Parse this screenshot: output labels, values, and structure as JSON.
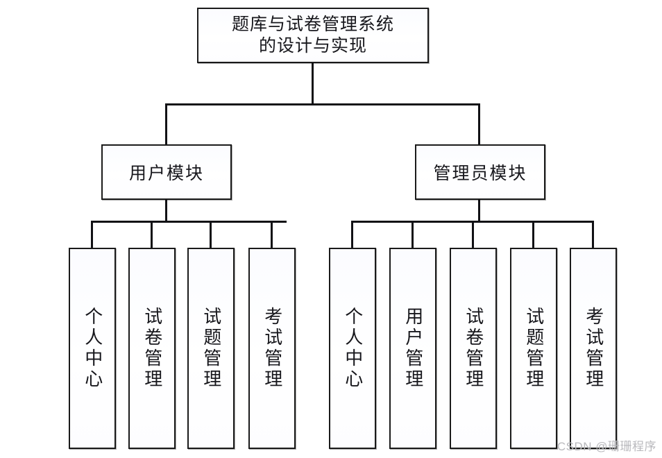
{
  "diagram": {
    "type": "tree",
    "title": "题库与试卷管理系统的设计与实现",
    "root": {
      "line1": "题库与试卷管理系统",
      "line2": "的设计与实现"
    },
    "modules": [
      {
        "id": "user",
        "label": "用户模块"
      },
      {
        "id": "admin",
        "label": "管理员模块"
      }
    ],
    "user_leaves": [
      {
        "label": "个人中心"
      },
      {
        "label": "试卷管理"
      },
      {
        "label": "试题管理"
      },
      {
        "label": "考试管理"
      }
    ],
    "admin_leaves": [
      {
        "label": "个人中心"
      },
      {
        "label": "用户管理"
      },
      {
        "label": "试卷管理"
      },
      {
        "label": "试题管理"
      },
      {
        "label": "考试管理"
      }
    ]
  },
  "watermark": {
    "text": "CSDN @珊珊程序"
  },
  "colors": {
    "line": "#111115",
    "border": "#1a1a1a",
    "box_fill": "#fbfcff",
    "text": "#17171c",
    "watermark": "#b9b9bd",
    "background": "#ffffff"
  }
}
